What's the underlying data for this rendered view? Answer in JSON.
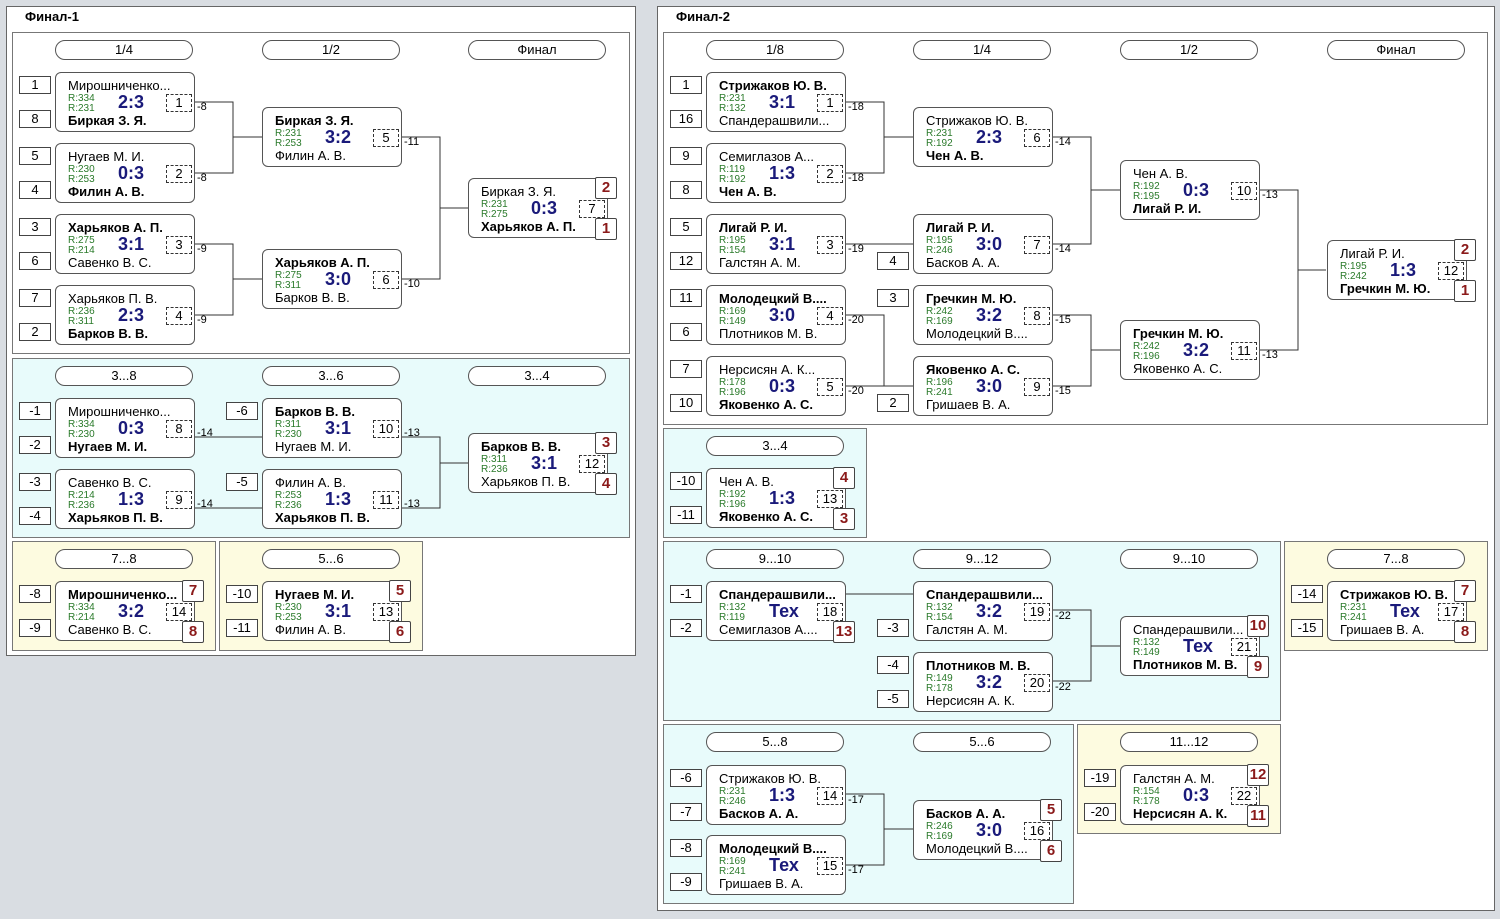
{
  "panels": {
    "f1_title": "Финал-1",
    "f2_title": "Финал-2"
  },
  "f1": {
    "rounds": {
      "qf": "1/4",
      "sf": "1/2",
      "f": "Финал",
      "c38": "3...8",
      "c36": "3...6",
      "c34": "3...4",
      "c78": "7...8",
      "c56": "5...6"
    },
    "m1": {
      "p1": "Мирошниченко...",
      "r1": "R:334",
      "r2": "R:231",
      "p2": "Биркая З. Я.",
      "score": "2:3",
      "num": "1",
      "seed1": "1",
      "seed2": "8",
      "loser": "-8"
    },
    "m2": {
      "p1": "Нугаев М. И.",
      "r1": "R:230",
      "r2": "R:253",
      "p2": "Филин А. В.",
      "score": "0:3",
      "num": "2",
      "seed1": "5",
      "seed2": "4",
      "loser": "-8"
    },
    "m3": {
      "p1": "Харьяков А. П.",
      "r1": "R:275",
      "r2": "R:214",
      "p2": "Савенко В. С.",
      "score": "3:1",
      "num": "3",
      "seed1": "3",
      "seed2": "6",
      "loser": "-9"
    },
    "m4": {
      "p1": "Харьяков П. В.",
      "r1": "R:236",
      "r2": "R:311",
      "p2": "Барков В. В.",
      "score": "2:3",
      "num": "4",
      "seed1": "7",
      "seed2": "2",
      "loser": "-9"
    },
    "m5": {
      "p1": "Биркая З. Я.",
      "r1": "R:231",
      "r2": "R:253",
      "p2": "Филин А. В.",
      "score": "3:2",
      "num": "5",
      "loser": "-11"
    },
    "m6": {
      "p1": "Харьяков А. П.",
      "r1": "R:275",
      "r2": "R:311",
      "p2": "Барков В. В.",
      "score": "3:0",
      "num": "6",
      "loser": "-10"
    },
    "m7": {
      "p1": "Биркая З. Я.",
      "r1": "R:231",
      "r2": "R:275",
      "p2": "Харьяков А. П.",
      "score": "0:3",
      "num": "7",
      "place1": "2",
      "place2": "1"
    },
    "m8": {
      "p1": "Мирошниченко...",
      "r1": "R:334",
      "r2": "R:230",
      "p2": "Нугаев М. И.",
      "score": "0:3",
      "num": "8",
      "seed1": "-1",
      "seed2": "-2",
      "loser": "-14"
    },
    "m9": {
      "p1": "Савенко В. С.",
      "r1": "R:214",
      "r2": "R:236",
      "p2": "Харьяков П. В.",
      "score": "1:3",
      "num": "9",
      "seed1": "-3",
      "seed2": "-4",
      "loser": "-14"
    },
    "m10": {
      "p1": "Барков В. В.",
      "r1": "R:311",
      "r2": "R:230",
      "p2": "Нугаев М. И.",
      "score": "3:1",
      "num": "10",
      "seed1": "-6",
      "loser": "-13"
    },
    "m11": {
      "p1": "Филин А. В.",
      "r1": "R:253",
      "r2": "R:236",
      "p2": "Харьяков П. В.",
      "score": "1:3",
      "num": "11",
      "seed1": "-5",
      "loser": "-13"
    },
    "m12": {
      "p1": "Барков В. В.",
      "r1": "R:311",
      "r2": "R:236",
      "p2": "Харьяков П. В.",
      "score": "3:1",
      "num": "12",
      "place1": "3",
      "place2": "4"
    },
    "m14": {
      "p1": "Мирошниченко...",
      "r1": "R:334",
      "r2": "R:214",
      "p2": "Савенко В. С.",
      "score": "3:2",
      "num": "14",
      "seed1": "-8",
      "seed2": "-9",
      "place1": "7",
      "place2": "8"
    },
    "m13": {
      "p1": "Нугаев М. И.",
      "r1": "R:230",
      "r2": "R:253",
      "p2": "Филин А. В.",
      "score": "3:1",
      "num": "13",
      "seed1": "-10",
      "seed2": "-11",
      "place1": "5",
      "place2": "6"
    }
  },
  "f2": {
    "rounds": {
      "r8": "1/8",
      "qf": "1/4",
      "sf": "1/2",
      "f": "Финал",
      "c34": "3...4",
      "c910": "9...10",
      "c912": "9...12",
      "c910b": "9...10",
      "c78": "7...8",
      "c58": "5...8",
      "c56": "5...6",
      "c1112": "11...12"
    },
    "m1": {
      "p1": "Стрижаков Ю. В.",
      "r1": "R:231",
      "r2": "R:132",
      "p2": "Спандерашвили...",
      "score": "3:1",
      "num": "1",
      "seed1": "1",
      "seed2": "16",
      "loser": "-18"
    },
    "m2": {
      "p1": "Семиглазов А...",
      "r1": "R:119",
      "r2": "R:192",
      "p2": "Чен А. В.",
      "score": "1:3",
      "num": "2",
      "seed1": "9",
      "seed2": "8",
      "loser": "-18"
    },
    "m3": {
      "p1": "Лигай Р. И.",
      "r1": "R:195",
      "r2": "R:154",
      "p2": "Галстян А. М.",
      "score": "3:1",
      "num": "3",
      "seed1": "5",
      "seed2": "12",
      "loser": "-19"
    },
    "m4": {
      "p1": "Молодецкий В....",
      "r1": "R:169",
      "r2": "R:149",
      "p2": "Плотников М. В.",
      "score": "3:0",
      "num": "4",
      "seed1": "11",
      "seed2": "6",
      "loser": "-20"
    },
    "m5": {
      "p1": "Нерсисян А. К...",
      "r1": "R:178",
      "r2": "R:196",
      "p2": "Яковенко А. С.",
      "score": "0:3",
      "num": "5",
      "seed1": "7",
      "seed2": "10",
      "loser": "-20"
    },
    "m6": {
      "p1": "Стрижаков Ю. В.",
      "r1": "R:231",
      "r2": "R:192",
      "p2": "Чен А. В.",
      "score": "2:3",
      "num": "6",
      "loser": "-14"
    },
    "m7": {
      "p1": "Лигай Р. И.",
      "r1": "R:195",
      "r2": "R:246",
      "p2": "Басков А. А.",
      "score": "3:0",
      "num": "7",
      "seed2": "4",
      "loser": "-14"
    },
    "m8": {
      "p1": "Гречкин М. Ю.",
      "r1": "R:242",
      "r2": "R:169",
      "p2": "Молодецкий В....",
      "score": "3:2",
      "num": "8",
      "seed1": "3",
      "loser": "-15"
    },
    "m9": {
      "p1": "Яковенко А. С.",
      "r1": "R:196",
      "r2": "R:241",
      "p2": "Гришаев В. А.",
      "score": "3:0",
      "num": "9",
      "seed2": "2",
      "loser": "-15"
    },
    "m10": {
      "p1": "Чен А. В.",
      "r1": "R:192",
      "r2": "R:195",
      "p2": "Лигай Р. И.",
      "score": "0:3",
      "num": "10",
      "loser": "-13"
    },
    "m11": {
      "p1": "Гречкин М. Ю.",
      "r1": "R:242",
      "r2": "R:196",
      "p2": "Яковенко А. С.",
      "score": "3:2",
      "num": "11",
      "loser": "-13"
    },
    "m12": {
      "p1": "Лигай Р. И.",
      "r1": "R:195",
      "r2": "R:242",
      "p2": "Гречкин М. Ю.",
      "score": "1:3",
      "num": "12",
      "place1": "2",
      "place2": "1"
    },
    "m13": {
      "p1": "Чен А. В.",
      "r1": "R:192",
      "r2": "R:196",
      "p2": "Яковенко А. С.",
      "score": "1:3",
      "num": "13",
      "seed1": "-10",
      "seed2": "-11",
      "place1": "4",
      "place2": "3"
    },
    "m18": {
      "p1": "Спандерашвили...",
      "r1": "R:132",
      "r2": "R:119",
      "p2": "Семиглазов А....",
      "score": "Тех",
      "num": "18",
      "seed1": "-1",
      "seed2": "-2",
      "place2": "13"
    },
    "m19": {
      "p1": "Спандерашвили...",
      "r1": "R:132",
      "r2": "R:154",
      "p2": "Галстян А. М.",
      "score": "3:2",
      "num": "19",
      "seed2": "-3",
      "loser": "-22"
    },
    "m20": {
      "p1": "Плотников М. В.",
      "r1": "R:149",
      "r2": "R:178",
      "p2": "Нерсисян А. К.",
      "score": "3:2",
      "num": "20",
      "seed1": "-4",
      "seed2": "-5",
      "loser": "-22"
    },
    "m21": {
      "p1": "Спандерашвили...",
      "r1": "R:132",
      "r2": "R:149",
      "p2": "Плотников М. В.",
      "score": "Тех",
      "num": "21",
      "place1": "10",
      "place2": "9"
    },
    "m17": {
      "p1": "Стрижаков Ю. В.",
      "r1": "R:231",
      "r2": "R:241",
      "p2": "Гришаев В. А.",
      "score": "Тех",
      "num": "17",
      "seed1": "-14",
      "seed2": "-15",
      "place1": "7",
      "place2": "8"
    },
    "m14": {
      "p1": "Стрижаков Ю. В.",
      "r1": "R:231",
      "r2": "R:246",
      "p2": "Басков А. А.",
      "score": "1:3",
      "num": "14",
      "seed1": "-6",
      "seed2": "-7",
      "loser": "-17"
    },
    "m15": {
      "p1": "Молодецкий В....",
      "r1": "R:169",
      "r2": "R:241",
      "p2": "Гришаев В. А.",
      "score": "Тех",
      "num": "15",
      "seed1": "-8",
      "seed2": "-9",
      "loser": "-17"
    },
    "m16": {
      "p1": "Басков А. А.",
      "r1": "R:246",
      "r2": "R:169",
      "p2": "Молодецкий В....",
      "score": "3:0",
      "num": "16",
      "place1": "5",
      "place2": "6"
    },
    "m22": {
      "p1": "Галстян А. М.",
      "r1": "R:154",
      "r2": "R:178",
      "p2": "Нерсисян А. К.",
      "score": "0:3",
      "num": "22",
      "seed1": "-19",
      "seed2": "-20",
      "place1": "12",
      "place2": "11"
    }
  }
}
